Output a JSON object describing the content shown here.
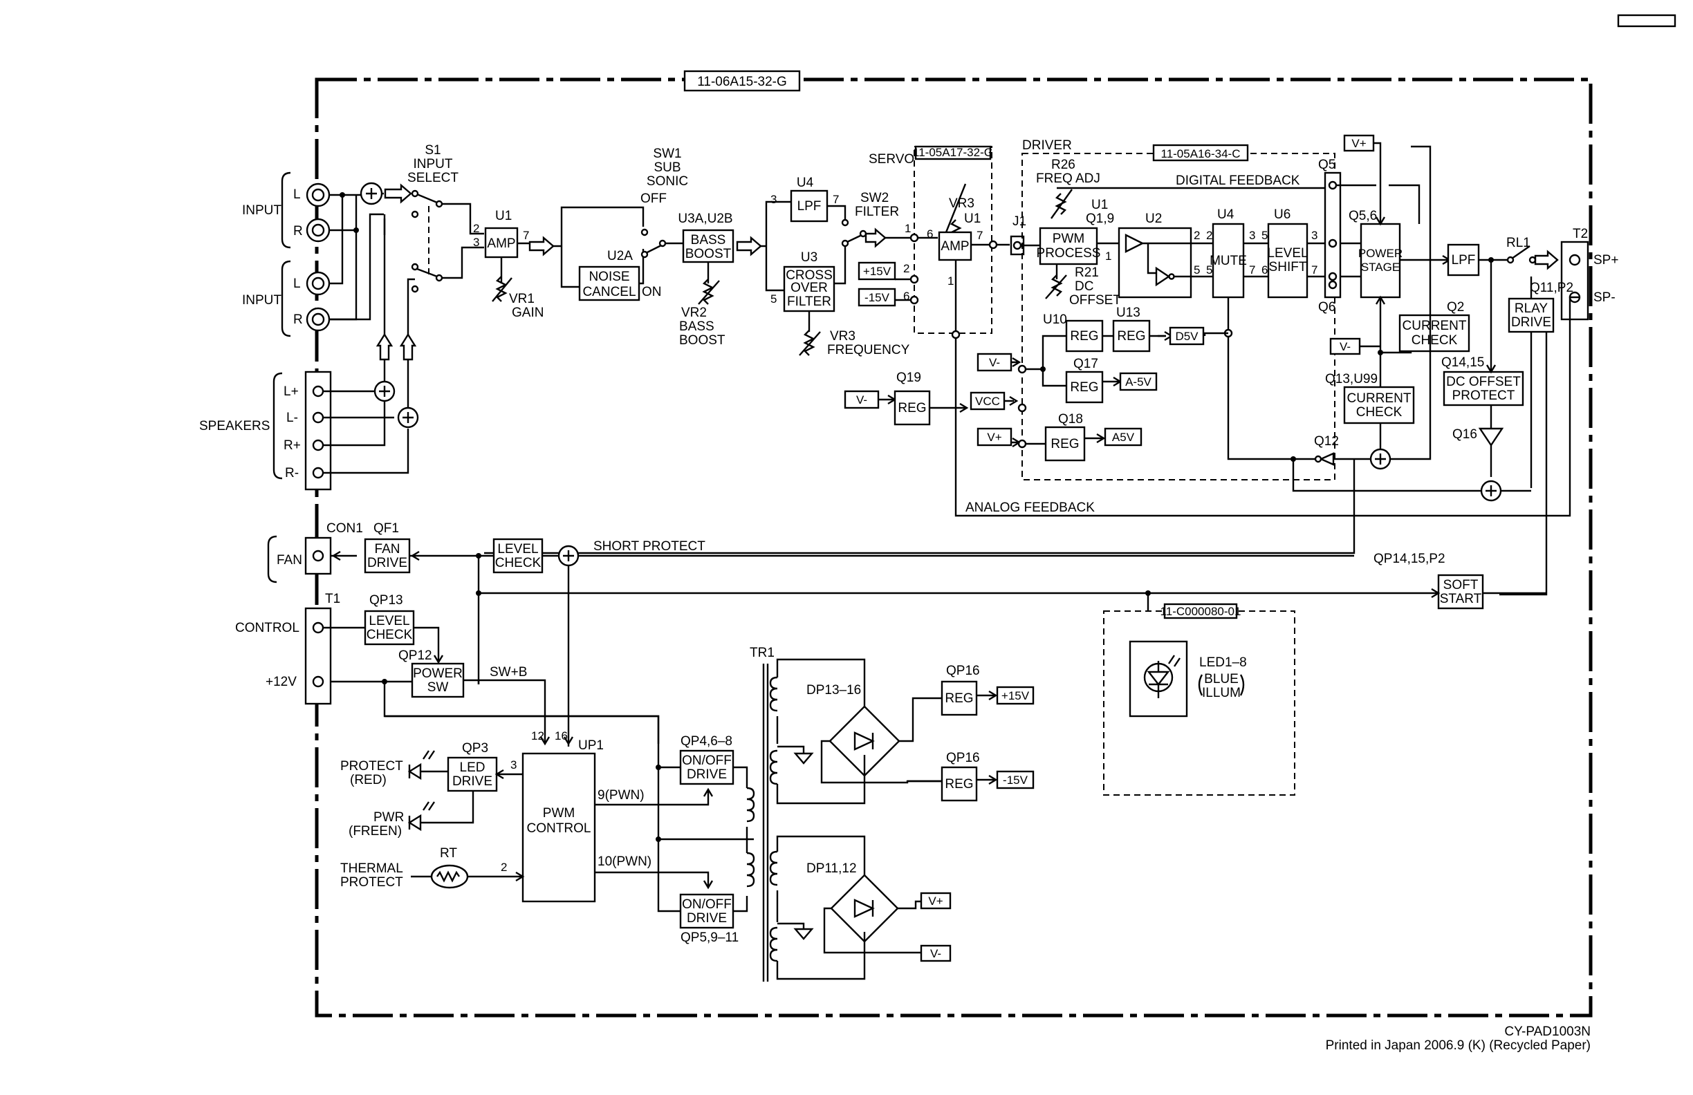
{
  "frame_code": "11-06A15-32-G",
  "sub_codes": {
    "servo": "11-05A17-32-G",
    "driver": "11-05A16-34-C",
    "led": "11-C000080-01"
  },
  "section_labels": {
    "servo": "SERVO",
    "driver": "DRIVER",
    "digital_feedback": "DIGITAL FEEDBACK",
    "analog_feedback": "ANALOG FEEDBACK",
    "short_protect": "SHORT PROTECT"
  },
  "inputs": {
    "input1": "INPUT",
    "input2": "INPUT",
    "l": "L",
    "r": "R",
    "l2": "L",
    "r2": "R"
  },
  "speakers": {
    "label": "SPEAKERS",
    "lp": "L+",
    "lm": "L-",
    "rp": "R+",
    "rm": "R-"
  },
  "s1": {
    "ref": "S1",
    "l1": "INPUT",
    "l2": "SELECT"
  },
  "sw1": {
    "ref": "SW1",
    "l1": "SUB",
    "l2": "SONIC",
    "off": "OFF",
    "on": "ON"
  },
  "u1a": {
    "ref": "U1",
    "name": "AMP",
    "p2": "2",
    "p3": "3",
    "p7": "7"
  },
  "vr1": {
    "ref": "VR1",
    "name": "GAIN"
  },
  "u2a": {
    "ref": "U2A",
    "l1": "NOISE",
    "l2": "CANCEL"
  },
  "u3a": {
    "ref": "U3A,U2B",
    "l1": "BASS",
    "l2": "BOOST"
  },
  "vr2": {
    "ref": "VR2",
    "l1": "BASS",
    "l2": "BOOST"
  },
  "u4lpf": {
    "ref": "U4",
    "name": "LPF",
    "p3": "3",
    "p7": "7"
  },
  "sw2": {
    "ref": "SW2",
    "name": "FILTER"
  },
  "u3": {
    "ref": "U3",
    "l1": "CROSS",
    "l2": "OVER",
    "l3": "FILTER",
    "p5": "5"
  },
  "vr3a": {
    "ref": "VR3",
    "name": "FREQUENCY"
  },
  "servo": {
    "p1": "1",
    "p2": "2",
    "p6": "6",
    "plus15": "+15V",
    "minus15": "-15V",
    "vr3": "VR3",
    "u1": "U1",
    "amp": "AMP",
    "a2": "2",
    "a6": "6",
    "a7": "7",
    "a1": "1"
  },
  "j1": "J1",
  "driver": {
    "r26": "R26",
    "freq_adj": "FREQ ADJ",
    "u1": "U1",
    "q19": "Q1,9",
    "pwm1": "PWM",
    "pwm2": "PROCESS",
    "r21": "R21",
    "dc": "DC",
    "offset": "OFFSET",
    "u2": "U2",
    "u4": "U4",
    "mute": "MUTE",
    "u6": "U6",
    "ls1": "LEVEL",
    "ls2": "SHIFT",
    "q5": "Q5",
    "q6": "Q6",
    "q56": "Q5,6",
    "ps1": "POWER",
    "ps2": "STAGE",
    "n1": "1",
    "n2a": "2",
    "n2b": "2",
    "n5a": "5",
    "n5b": "5",
    "n3a": "3",
    "n3b": "3",
    "n7a": "7",
    "n7b": "7",
    "n6": "6",
    "n3c": "3",
    "n7c": "7",
    "n1b": "1"
  },
  "regs": {
    "u10": "U10",
    "reg": "REG",
    "u13": "U13",
    "d5v": "D5V",
    "q17": "Q17",
    "a_5v": "A-5V",
    "q18": "Q18",
    "a5v": "A5V",
    "q19ref": "Q19",
    "vccs": "VCC",
    "vminus1": "V-",
    "vminus2": "V-",
    "vplus": "V+"
  },
  "output": {
    "vplus": "V+",
    "lpf": "LPF",
    "rl1": "RL1",
    "t2": "T2",
    "spp": "SP+",
    "spm": "SP-",
    "q11p2": "Q11,P2",
    "rlay1": "RLAY",
    "rlay2": "DRIVE",
    "q2": "Q2",
    "cc1": "CURRENT",
    "cc2": "CHECK",
    "vminus": "V-",
    "q1499": "Q13,U99",
    "cc3": "CURRENT",
    "cc4": "CHECK",
    "q1415": "Q14,15",
    "dco1": "DC OFFSET",
    "dco2": "PROTECT",
    "q16": "Q16",
    "q12": "Q12"
  },
  "lower": {
    "con1": "CON1",
    "fan": "FAN",
    "qf1": "QF1",
    "fd1": "FAN",
    "fd2": "DRIVE",
    "lc1": "LEVEL",
    "lc2": "CHECK",
    "t1": "T1",
    "control": "CONTROL",
    "v12": "+12V",
    "qp13": "QP13",
    "lc3": "LEVEL",
    "lc4": "CHECK",
    "qp12": "QP12",
    "ps1": "POWER",
    "ps2": "SW",
    "swb": "SW+B",
    "qp141": "QP14,15,P2",
    "ss1": "SOFT",
    "ss2": "START",
    "protect1": "PROTECT",
    "protect2": "(RED)",
    "pwr1": "PWR",
    "pwr2": "(FREEN)",
    "qp3": "QP3",
    "ld1": "LED",
    "ld2": "DRIVE",
    "thermal1": "THERMAL",
    "thermal2": "PROTECT",
    "rt": "RT",
    "up1": "UP1",
    "pc1": "PWM",
    "pc2": "CONTROL",
    "p12": "12",
    "p16": "16",
    "p3": "3",
    "p2": "2",
    "p9": "9(PWN)",
    "p10": "10(PWN)",
    "qp468": "QP4,6–8",
    "od1": "ON/OFF",
    "od2": "DRIVE",
    "qp5911": "QP5,9–11",
    "od3": "ON/OFF",
    "od4": "DRIVE",
    "tr1": "TR1",
    "dp1316": "DP13–16",
    "dp1112": "DP11,12",
    "qp16a": "QP16",
    "qp16b": "QP16",
    "reg": "REG",
    "p15v": "+15V",
    "m15v": "-15V",
    "vp": "V+",
    "vm": "V-",
    "led18": "LED1–8",
    "blue": "BLUE",
    "illum": "ILLUM"
  },
  "footer": {
    "model": "CY-PAD1003N",
    "printed": "Printed in Japan 2006.9 (K) (Recycled Paper)"
  }
}
